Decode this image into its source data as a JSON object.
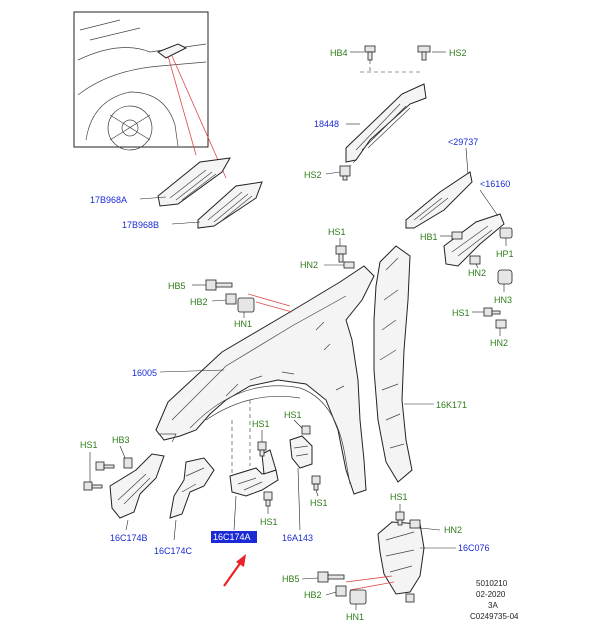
{
  "colors": {
    "part_label": "#1a2bd6",
    "fastener_label": "#2e7d1a",
    "highlight_box": "#1a2bd6",
    "highlight_text": "#ffffff",
    "arrow": "#e8232a",
    "lead_red": "#e04848"
  },
  "labels": {
    "hb4": "HB4",
    "hs2_top": "HS2",
    "p18448": "18448",
    "hs2_left": "HS2",
    "p29737": "<29737",
    "p16160": "<16160",
    "p17b968a": "17B968A",
    "p17b968b": "17B968B",
    "hs1_a": "HS1",
    "hn2_a": "HN2",
    "hb1": "HB1",
    "hp1": "HP1",
    "hn2_b": "HN2",
    "hb5_top": "HB5",
    "hb2_top": "HB2",
    "hn1_top": "HN1",
    "hn3": "HN3",
    "hs1_b": "HS1",
    "hn2_c": "HN2",
    "p16005": "16005",
    "p16k171": "16K171",
    "hs1_c": "HS1",
    "hb3": "HB3",
    "hs1_d": "HS1",
    "hs1_e": "HS1",
    "hs1_f": "HS1",
    "hs1_g": "HS1",
    "hn2_d": "HN2",
    "p16c174b": "16C174B",
    "p16c174c": "16C174C",
    "p16c174a": "16C174A",
    "p16a143": "16A143",
    "p16c076": "16C076",
    "hb5_bottom": "HB5",
    "hb2_bottom": "HB2",
    "hn1_bottom": "HN1"
  },
  "reference": {
    "line1": "5010210",
    "line2": "02-2020",
    "line3": "3A",
    "line4": "C0249735-04"
  }
}
